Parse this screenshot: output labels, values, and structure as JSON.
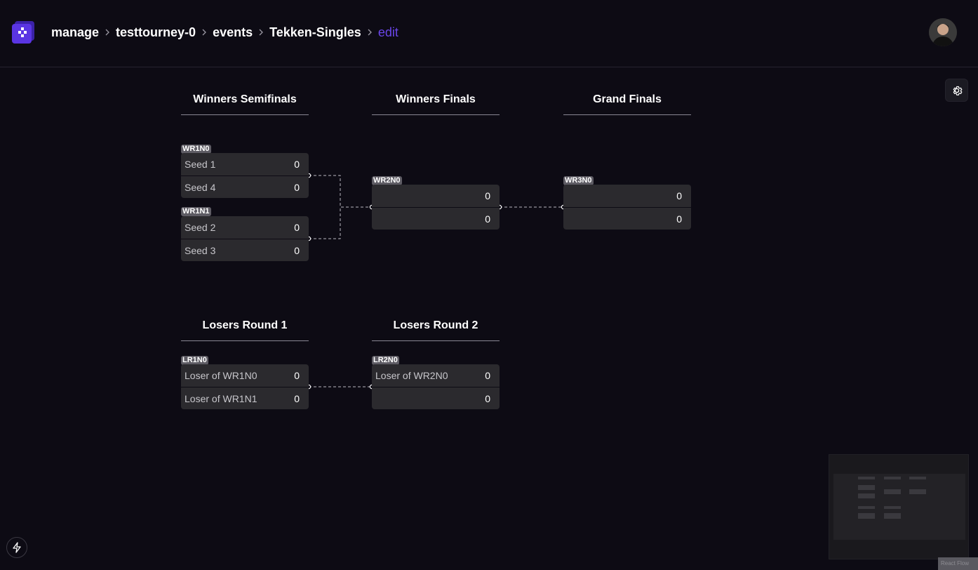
{
  "header": {
    "breadcrumb": [
      "manage",
      "testtourney-0",
      "events",
      "Tekken-Singles",
      "edit"
    ]
  },
  "colors": {
    "background": "#0d0b14",
    "accent": "#6a46ea",
    "match_box": "#2b2a2e"
  },
  "icons": {
    "logo": "app-logo-icon",
    "settings": "gear-icon",
    "dev": "bolt-icon"
  },
  "rounds": {
    "winners_semifinals": "Winners Semifinals",
    "winners_finals": "Winners Finals",
    "grand_finals": "Grand Finals",
    "losers_round_1": "Losers Round 1",
    "losers_round_2": "Losers Round 2"
  },
  "matches": {
    "WR1N0": {
      "label": "WR1N0",
      "slots": [
        {
          "name": "Seed 1",
          "score": "0"
        },
        {
          "name": "Seed 4",
          "score": "0"
        }
      ]
    },
    "WR1N1": {
      "label": "WR1N1",
      "slots": [
        {
          "name": "Seed 2",
          "score": "0"
        },
        {
          "name": "Seed 3",
          "score": "0"
        }
      ]
    },
    "WR2N0": {
      "label": "WR2N0",
      "slots": [
        {
          "name": "",
          "score": "0"
        },
        {
          "name": "",
          "score": "0"
        }
      ]
    },
    "WR3N0": {
      "label": "WR3N0",
      "slots": [
        {
          "name": "",
          "score": "0"
        },
        {
          "name": "",
          "score": "0"
        }
      ]
    },
    "LR1N0": {
      "label": "LR1N0",
      "slots": [
        {
          "name": "Loser of WR1N0",
          "score": "0"
        },
        {
          "name": "Loser of WR1N1",
          "score": "0"
        }
      ]
    },
    "LR2N0": {
      "label": "LR2N0",
      "slots": [
        {
          "name": "Loser of WR2N0",
          "score": "0"
        },
        {
          "name": "",
          "score": "0"
        }
      ]
    }
  },
  "attribution": "React Flow"
}
